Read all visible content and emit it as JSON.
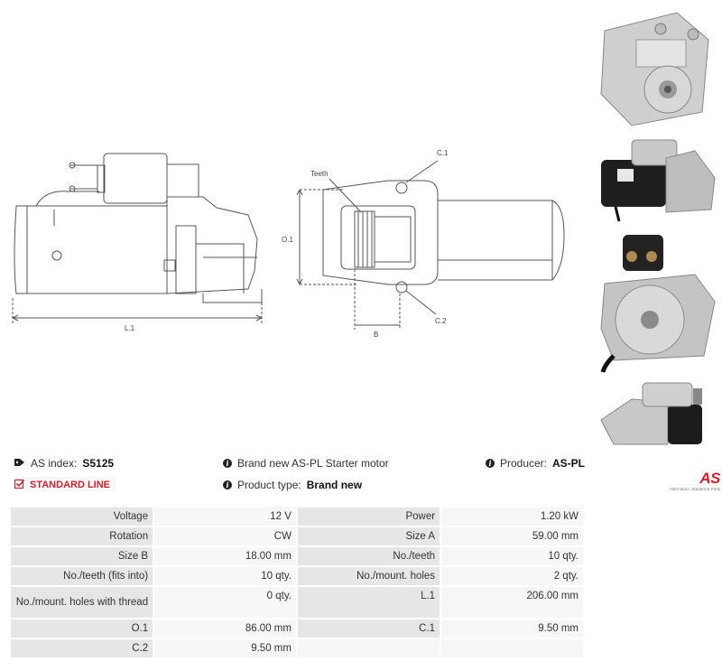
{
  "drawing": {
    "dim_l1": "L.1",
    "dim_o1": "O.1",
    "dim_b": "B",
    "label_c1": "C.1",
    "label_c2": "C.2",
    "label_teeth": "Teeth"
  },
  "info": {
    "index_label": "AS index:",
    "index_value": "S5125",
    "standard_line": "STANDARD LINE",
    "description": "Brand new AS-PL Starter motor",
    "product_type_label": "Product type:",
    "product_type_value": "Brand new",
    "producer_label": "Producer:",
    "producer_value": "AS-PL"
  },
  "brand": {
    "logo": "AS",
    "tagline": "Alternators, Starters & Parts"
  },
  "specs": [
    {
      "l1": "Voltage",
      "v1": "12 V",
      "l2": "Power",
      "v2": "1.20 kW"
    },
    {
      "l1": "Rotation",
      "v1": "CW",
      "l2": "Size A",
      "v2": "59.00 mm"
    },
    {
      "l1": "Size B",
      "v1": "18.00 mm",
      "l2": "No./teeth",
      "v2": "10 qty."
    },
    {
      "l1": "No./teeth (fits into)",
      "v1": "10 qty.",
      "l2": "No./mount. holes",
      "v2": "2 qty."
    },
    {
      "l1": "No./mount. holes with thread",
      "v1": "0 qty.",
      "l2": "L.1",
      "v2": "206.00 mm"
    },
    {
      "l1": "O.1",
      "v1": "86.00 mm",
      "l2": "C.1",
      "v2": "9.50 mm"
    },
    {
      "l1": "C.2",
      "v1": "9.50 mm",
      "l2": "",
      "v2": ""
    }
  ]
}
